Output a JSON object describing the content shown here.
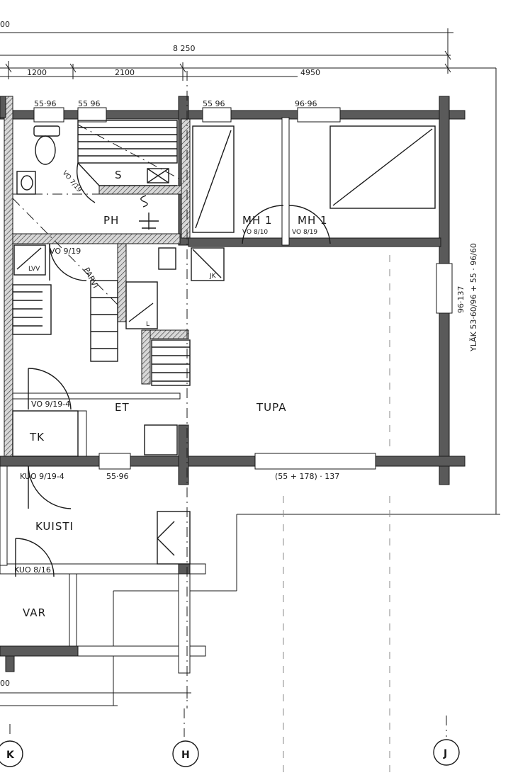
{
  "dimensions": {
    "top_left": "00",
    "total": "8 250",
    "seg_1200": "1200",
    "seg_2100": "2100",
    "seg_4950": "4950",
    "bottom_left": "00"
  },
  "windows": {
    "w1": "55·96",
    "w2": "55 96",
    "w3": "55 96",
    "w4": "96·96",
    "w5": "55·96",
    "w6": "(55 + 178) · 137",
    "w_east_small": "96·137",
    "w_east_upper": "YLÄK  53·60/96 + 55 · 96/60"
  },
  "doors": {
    "vo_sauna": "VO 7/19",
    "vo_ph": "VO 9/19",
    "vo_mh1a": "VO 8/10",
    "vo_mh1b": "VO 8/19",
    "vo_et": "VO 9/19-4",
    "kuo_main": "KUO 9/19-4",
    "kuo_var": "KUO 8/16"
  },
  "rooms": {
    "sauna": "S",
    "ph": "PH",
    "mh1a": "MH 1",
    "mh1b": "MH 1",
    "et": "ET",
    "tupa": "TUPA",
    "tk": "TK",
    "kuisti": "KUISTI",
    "var": "VAR",
    "parvi": "PARVI",
    "lvv": "LVV",
    "jk": "JK",
    "l": "L"
  },
  "axes": {
    "k": "K",
    "h": "H",
    "j": "J"
  }
}
